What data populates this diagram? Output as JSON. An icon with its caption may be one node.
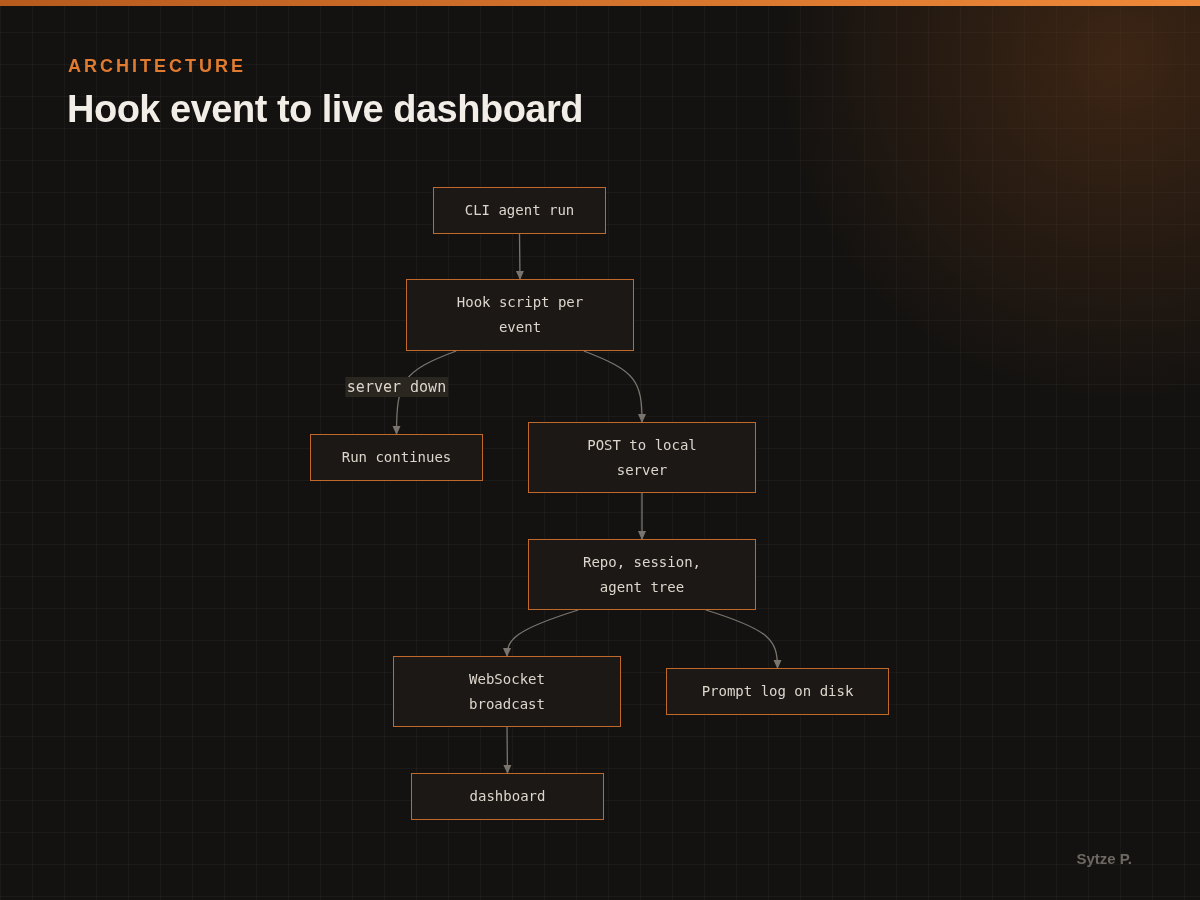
{
  "diagram": {
    "title": "Hook event to live dashboard",
    "nodes": [
      {
        "text": [
          "CLI agent run"
        ]
      },
      {
        "text": [
          "Hook script per event"
        ]
      },
      {
        "text": [
          "Run continues"
        ]
      },
      {
        "text": [
          "POST to local server"
        ]
      },
      {
        "text": [
          "Repo, session, agent tree"
        ]
      },
      {
        "text": [
          "WebSocket broadcast"
        ]
      },
      {
        "text": [
          "Prompt log on disk"
        ]
      },
      {
        "text": [
          "dashboard"
        ]
      }
    ],
    "edges": [
      {
        "from": 0,
        "to": 1,
        "arrow": "to"
      },
      {
        "from": 1,
        "to": 2,
        "arrow": "to",
        "label": "server down"
      },
      {
        "from": 1,
        "to": 3,
        "arrow": "to"
      },
      {
        "from": 3,
        "to": 4,
        "arrow": "to"
      },
      {
        "from": 4,
        "to": 5,
        "arrow": "to"
      },
      {
        "from": 4,
        "to": 6,
        "arrow": "to"
      },
      {
        "from": 5,
        "to": 7,
        "arrow": "to"
      }
    ],
    "labels": [
      "ARCHITECTURE",
      "Sytze P."
    ]
  }
}
